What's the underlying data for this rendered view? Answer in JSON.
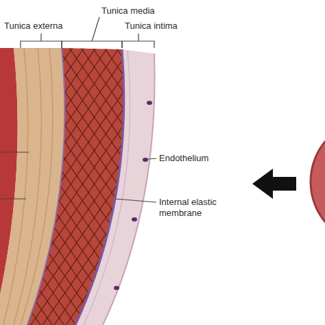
{
  "diagram": {
    "labels": [
      "Tunica media",
      "Tunica externa",
      "Tunica intima",
      "Endothelium",
      "Internal elastic membrane"
    ]
  }
}
